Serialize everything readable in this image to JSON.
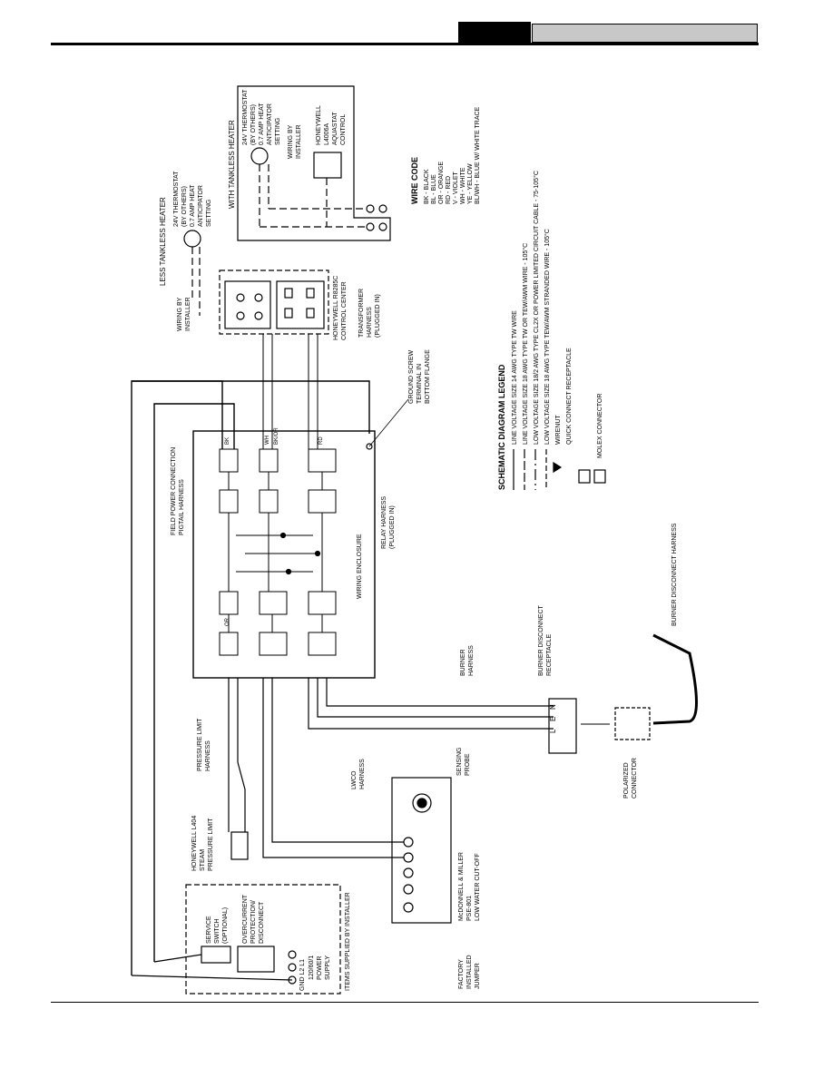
{
  "labels": {
    "less_tankless": "LESS TANKLESS HEATER",
    "with_tankless": "WITH TANKLESS HEATER",
    "thermo1": [
      "24V THERMOSTAT",
      "(BY OTHERS)",
      "0.7 AMP HEAT",
      "ANTICIPATOR",
      "SETTING"
    ],
    "thermo2": [
      "24V THERMOSTAT",
      "(BY OTHERS)",
      "0.7 AMP HEAT",
      "ANTICIPATOR",
      "SETTING"
    ],
    "wiring_installer1": [
      "WIRING BY",
      "INSTALLER"
    ],
    "wiring_installer2": [
      "WIRING BY",
      "INSTALLER"
    ],
    "aquastat": [
      "HONEYWELL",
      "L4006A",
      "AQUASTAT",
      "CONTROL"
    ],
    "control_center": [
      "HONEYWELL R8285C",
      "CONTROL CENTER"
    ],
    "transformer_harness": [
      "TRANSFORMER",
      "HARNESS",
      "(PLUGGED IN)"
    ],
    "ground_screw": [
      "GROUND SCREW",
      "TERMINAL IN",
      "BOTTOM FLANGE"
    ],
    "field_power": [
      "FIELD POWER CONNECTION",
      "PIGTAIL HARNESS"
    ],
    "relay_harness": [
      "RELAY HARNESS",
      "(PLUGGED IN)"
    ],
    "wiring_enclosure": "WIRING ENCLOSURE",
    "burner_harness": [
      "BURNER",
      "HARNESS"
    ],
    "burner_disconnect_receptacle": [
      "BURNER DISCONNECT",
      "RECEPTACLE"
    ],
    "burner_disconnect_harness": "BURNER DISCONNECT HARNESS",
    "polarized_connector": [
      "POLARIZED",
      "CONNECTOR"
    ],
    "pressure_limit_harness": [
      "PRESSURE LIMIT",
      "HARNESS"
    ],
    "pressure_limit": [
      "HONEYWELL L404",
      "STEAM",
      "PRESSURE LIMIT"
    ],
    "lwco_harness": [
      "LWCO",
      "HARNESS"
    ],
    "sensing_probe": [
      "SENSING",
      "PROBE"
    ],
    "lwco": [
      "McDONNELL & MILLER",
      "PSE-801",
      "LOW WATER CUT-OFF"
    ],
    "factory_jumper": [
      "FACTORY",
      "INSTALLED",
      "JUMPER"
    ],
    "service_switch": [
      "SERVICE",
      "SWITCH",
      "(OPTIONAL)"
    ],
    "overcurrent": [
      "OVERCURRENT",
      "PROTECTION/",
      "DISCONNECT"
    ],
    "power_supply": [
      "120/60/1",
      "POWER",
      "SUPPLY"
    ],
    "power_terminals": "GND L2  L1",
    "items_supplied": "ITEMS SUPPLIED BY INSTALLER"
  },
  "wire_code": {
    "title": "WIRE CODE",
    "entries": [
      "BK - BLACK",
      "BL - BLUE",
      "OR - ORANGE",
      "RD - RED",
      "V - VIOLET",
      "WH - WHITE",
      "YE - YELLOW",
      "BL/WH - BLUE W/ WHITE TRACE"
    ]
  },
  "legend": {
    "title": "SCHEMATIC DIAGRAM LEGEND",
    "entries": [
      "LINE VOLTAGE SIZE 14 AWG TYPE TW WIRE",
      "LINE VOLTAGE SIZE 18 AWG TYPE TW OR TEW/AWM WIRE - 105°C",
      "LOW VOLTAGE SIZE 18/2 AWG TYPE CL2X OR POWER LIMITED CIRCUIT CABLE - 75-105°C",
      "LOW VOLTAGE SIZE 18 AWG TYPE TEW/AWM STRANDED WIRE - 105°C",
      "WIRENUT",
      "QUICK CONNECT RECEPTACLE",
      "MOLEX CONNECTOR"
    ]
  },
  "wire_tags": {
    "bk": "BK",
    "wh": "WH",
    "rd": "RD",
    "or": "OR",
    "bkor": "BK/OR",
    "l": "L",
    "e": "E",
    "n": "N"
  }
}
